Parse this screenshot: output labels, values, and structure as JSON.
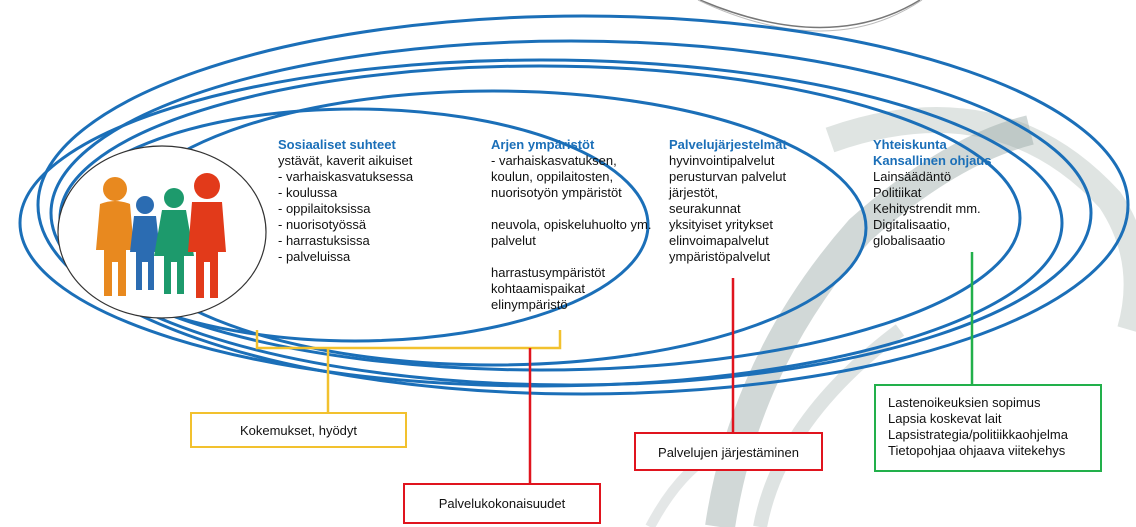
{
  "colors": {
    "ellipse": "#1b6fb8",
    "yellow": "#f2c12e",
    "red": "#e0141e",
    "green": "#22b04b",
    "heading": "#1b6fb8",
    "swoosh": "#9aa8a6"
  },
  "icons": [
    "family-icon"
  ],
  "sections": {
    "social": {
      "title": "Sosiaaliset suhteet",
      "lines": [
        "ystävät, kaverit aikuiset",
        "- varhaiskasvatuksessa",
        "- koulussa",
        "- oppilaitoksissa",
        "- nuorisotyössä",
        "- harrastuksissa",
        "- palveluissa"
      ]
    },
    "everyday": {
      "title": "Arjen ympäristöt",
      "lines": [
        "- varhaiskasvatuksen,",
        "koulun, oppilaitosten,",
        "nuorisotyön ympäristöt",
        "",
        "neuvola, opiskeluhuolto ym.",
        "palvelut",
        "",
        "harrastusympäristöt",
        "kohtaamispaikat",
        "elinympäristö"
      ]
    },
    "services": {
      "title": "Palvelujärjestelmät",
      "lines": [
        "hyvinvointipalvelut",
        "perusturvan palvelut",
        "järjestöt,",
        "seurakunnat",
        "yksityiset yritykset",
        "elinvoimapalvelut",
        "ympäristöpalvelut"
      ]
    },
    "society": {
      "title_line1": "Yhteiskunta",
      "title_line2": "Kansallinen ohjaus",
      "lines": [
        "Lainsäädäntö",
        "Politiikat",
        "Kehitystrendit mm.",
        "Digitalisaatio,",
        "globalisaatio"
      ]
    }
  },
  "boxes": {
    "experiences": "Kokemukset, hyödyt",
    "service_entities": "Palvelukokonaisuudet",
    "service_organizing": "Palvelujen järjestäminen",
    "framework": [
      "Lastenoikeuksien sopimus",
      "Lapsia koskevat lait",
      "Lapsistrategia/politiikkaohjelma",
      "Tietopohjaa ohjaava viitekehys"
    ]
  }
}
